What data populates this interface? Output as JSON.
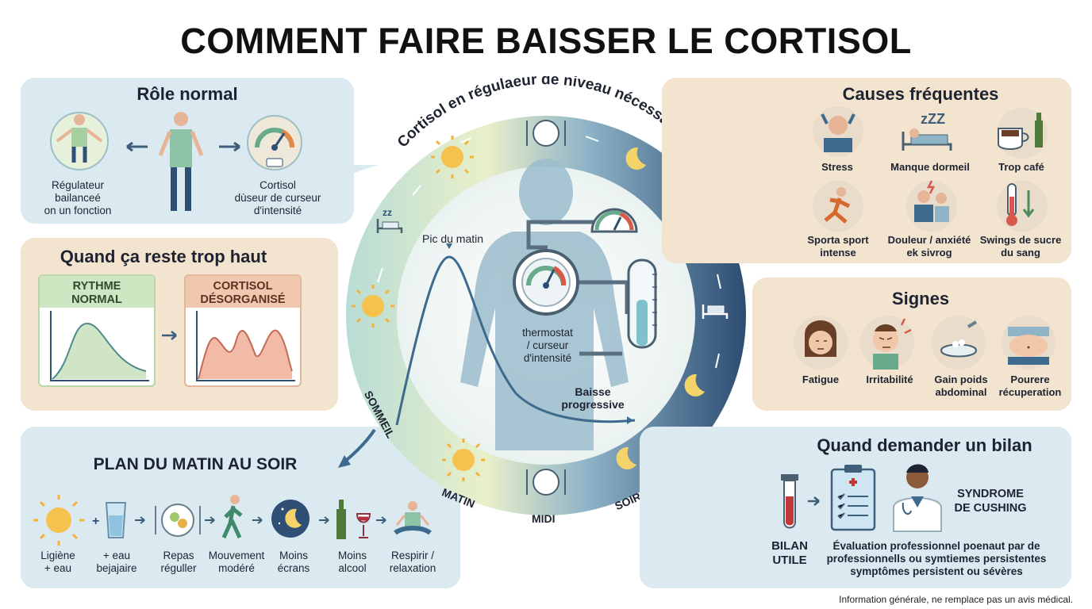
{
  "title": "COMMENT FAIRE BAISSER LE CORTISOL",
  "role": {
    "title": "Rôle normal",
    "left_label": [
      "Régulateur",
      "bailanceé",
      "on un fonction"
    ],
    "right_label": [
      "Cortisol",
      "dùseur de curseur",
      "d'intensité"
    ]
  },
  "high": {
    "title": "Quand ça reste trop haut",
    "normal": [
      "RYTHME",
      "NORMAL"
    ],
    "chaos": [
      "CORTISOL",
      "DÉSORGANISÉ"
    ]
  },
  "plan": {
    "title": "PLAN DU MATIN AU SOIR",
    "steps": [
      {
        "icon": "sun-icon",
        "label": [
          "Ligiène",
          "+ eau"
        ]
      },
      {
        "icon": "glass-icon",
        "label": [
          "+ eau",
          "bejajaire"
        ]
      },
      {
        "icon": "plate-icon",
        "label": [
          "Repas",
          "réguller"
        ]
      },
      {
        "icon": "walk-icon",
        "label": [
          "Mouvement",
          "modéré"
        ]
      },
      {
        "icon": "moon-icon",
        "label": [
          "Moins",
          "écrans"
        ]
      },
      {
        "icon": "wine-icon",
        "label": [
          "Moins",
          "alcool"
        ]
      },
      {
        "icon": "meditation-icon",
        "label": [
          "Respirir /",
          "relaxation"
        ]
      }
    ],
    "connector_plus": "+"
  },
  "cycle": {
    "arc_title": "Cortisol en régulaeur de niveau nécessair",
    "peak_label": "Pic du matin",
    "thermostat": [
      "thermostat",
      "/ curseur",
      "d'intensité"
    ],
    "decline": [
      "Baisse",
      "progressive"
    ],
    "sleep": "SOMMEIL",
    "morning": "MATIN",
    "noon": "MIDI",
    "evening": "SOIR"
  },
  "causes": {
    "title": "Causes fréquentes",
    "items": [
      {
        "icon": "stress-icon",
        "label": [
          "Stress"
        ]
      },
      {
        "icon": "sleep-icon",
        "label": [
          "Manque dormeil"
        ]
      },
      {
        "icon": "coffee-icon",
        "label": [
          "Trop café"
        ]
      },
      {
        "icon": "running-icon",
        "label": [
          "Sporta sport",
          "intense"
        ]
      },
      {
        "icon": "pain-icon",
        "label": [
          "Douleur / anxiété",
          "ek sivrog"
        ]
      },
      {
        "icon": "thermometer-icon",
        "label": [
          "Swings de sucre",
          "du sang"
        ]
      }
    ]
  },
  "signs": {
    "title": "Signes",
    "items": [
      {
        "icon": "tired-face-icon",
        "label": [
          "Fatigue"
        ]
      },
      {
        "icon": "irritable-face-icon",
        "label": [
          "Irritabilité"
        ]
      },
      {
        "icon": "scale-icon",
        "label": [
          "Gain poids",
          "abdominal"
        ]
      },
      {
        "icon": "belly-icon",
        "label": [
          "Pourere",
          "récuperation"
        ]
      }
    ]
  },
  "checkup": {
    "title": "Quand demander un bilan",
    "tube_label": [
      "BILAN",
      "UTILE"
    ],
    "syndrome": [
      "SYNDROME",
      "DE CUSHING"
    ],
    "desc": [
      "Évaluation professionnel poenaut par de",
      "professionnells ou symtiemes persistentes",
      "symptômes persistent ou sévères"
    ]
  },
  "footer": "Information générale, ne remplace pas un avis médical.",
  "colors": {
    "blue_panel": "#dbeaf0",
    "beige_panel": "#f3e4d0",
    "navy": "#2e4e74",
    "arrow": "#3e6a8e",
    "green_curve": "#cfe5c6",
    "orange_curve": "#f1bba7"
  }
}
